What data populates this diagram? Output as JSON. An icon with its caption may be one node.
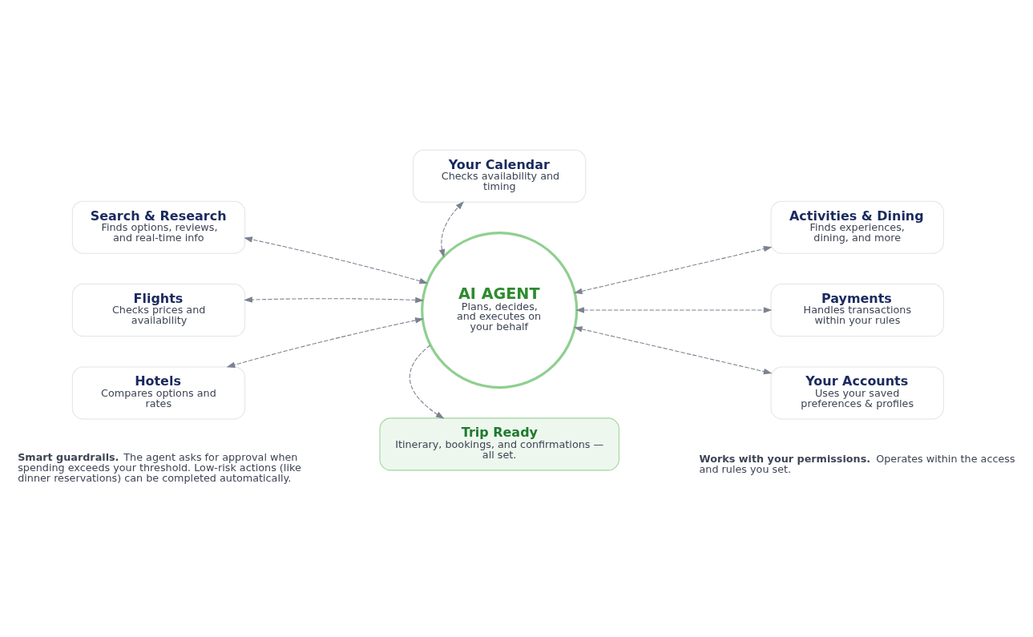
{
  "diagram": {
    "nodes": [
      {
        "text": [
          "AI AGENT",
          "Plans, decides, and executes on your behalf"
        ]
      },
      {
        "text": [
          "Your Calendar",
          "Checks availability and timing"
        ]
      },
      {
        "text": [
          "Search & Research",
          "Finds options, reviews, and real-time info"
        ]
      },
      {
        "text": [
          "Activities & Dining",
          "Finds experiences, dining, and more"
        ]
      },
      {
        "text": [
          "Flights",
          "Checks prices and availability"
        ]
      },
      {
        "text": [
          "Payments",
          "Handles transactions within your rules"
        ]
      },
      {
        "text": [
          "Hotels",
          "Compares options and rates"
        ]
      },
      {
        "text": [
          "Your Accounts",
          "Uses your saved preferences & profiles"
        ]
      },
      {
        "text": [
          "Trip Ready",
          "Itinerary, bookings, and confirmations — all set."
        ]
      }
    ],
    "edges": [
      {
        "from": 0,
        "to": 1,
        "arrow": "both",
        "style": "dashed"
      },
      {
        "from": 0,
        "to": 2,
        "arrow": "both",
        "style": "dashed"
      },
      {
        "from": 0,
        "to": 3,
        "arrow": "both",
        "style": "dashed"
      },
      {
        "from": 0,
        "to": 4,
        "arrow": "both",
        "style": "dashed"
      },
      {
        "from": 0,
        "to": 5,
        "arrow": "both",
        "style": "dashed"
      },
      {
        "from": 0,
        "to": 6,
        "arrow": "both",
        "style": "dashed"
      },
      {
        "from": 0,
        "to": 7,
        "arrow": "both",
        "style": "dashed"
      },
      {
        "from": 0,
        "to": 8,
        "arrow": "to",
        "style": "dashed"
      }
    ],
    "labels": [
      "**Smart guardrails.** The agent asks for approval when spending exceeds your threshold. Low-risk actions (like dinner reservations) can be completed automatically.",
      "**Works with your permissions.** Operates within the access and rules you set."
    ]
  }
}
